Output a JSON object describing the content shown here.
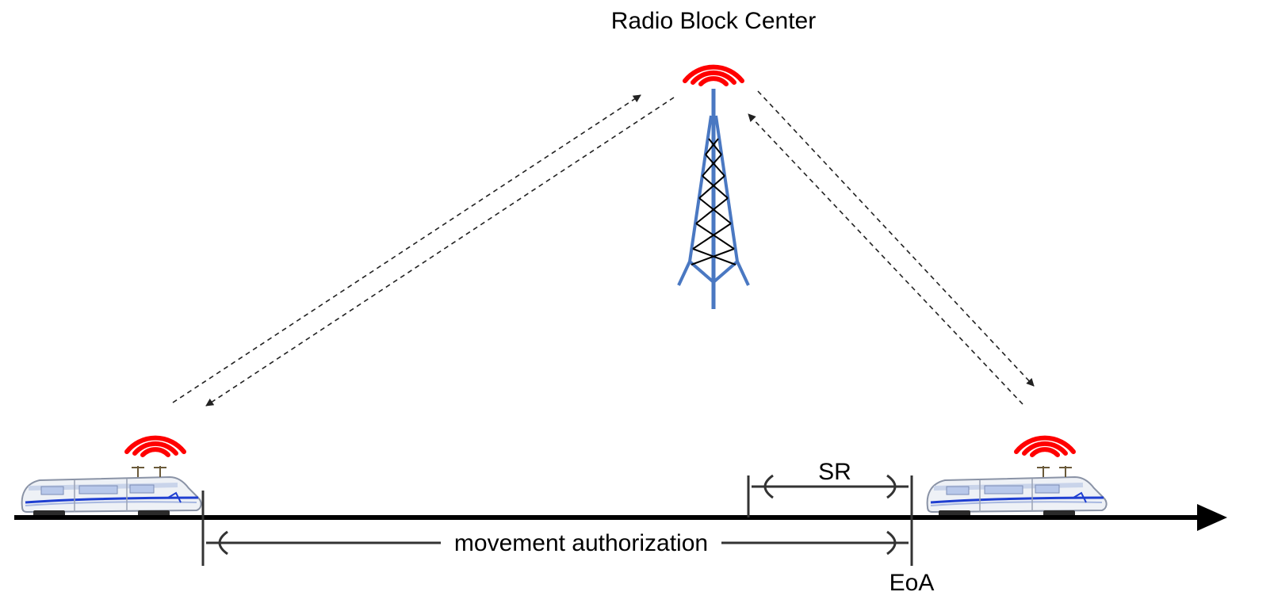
{
  "diagram": {
    "rbc_label": "Radio Block Center",
    "sr_label": "SR",
    "ma_label": "movement authorization",
    "eoa_label": "EoA"
  },
  "colors": {
    "signal": "#ff0000",
    "tower": "#4a78c2",
    "lattice": "#000000",
    "track": "#000000",
    "train_body": "#eef1f6",
    "train_stripe": "#1f3fd1"
  },
  "icons": {
    "tower": "radio-tower-icon",
    "signal": "wifi-signal-icon",
    "train": "high-speed-train-icon"
  }
}
